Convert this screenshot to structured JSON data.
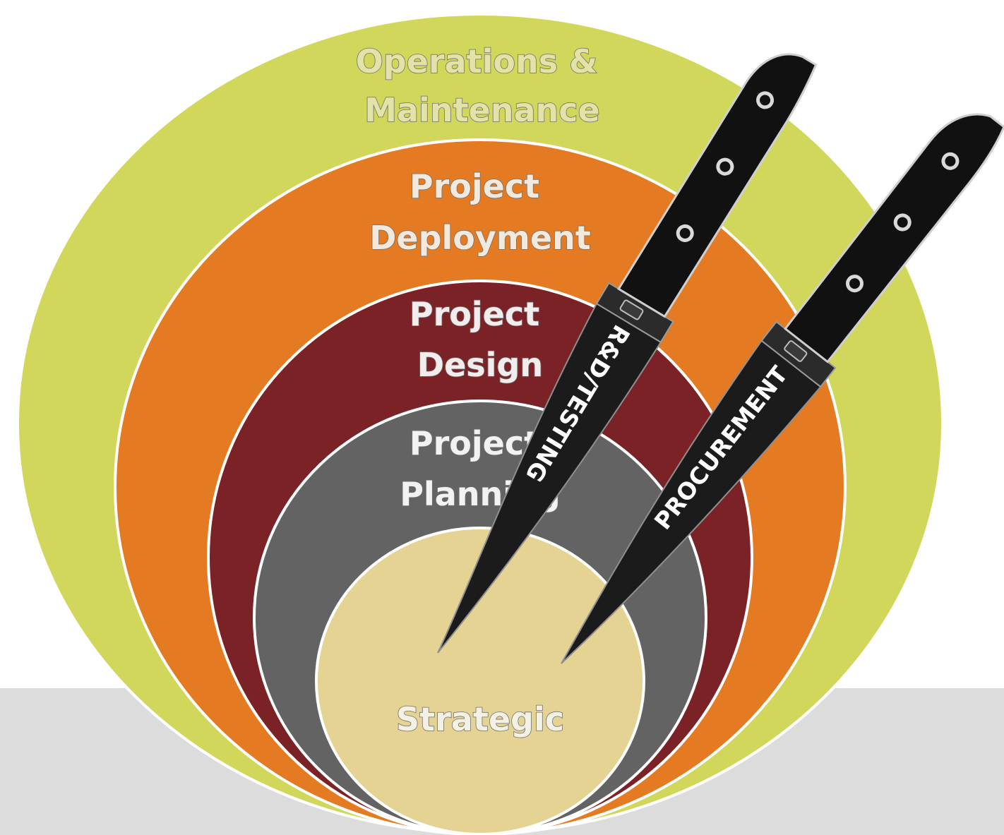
{
  "rings": [
    {
      "id": "operations",
      "lines": [
        "Operations &",
        "Maintenance"
      ],
      "color": "#d1d75a",
      "text_color": "#e3e3a8"
    },
    {
      "id": "deployment",
      "lines": [
        "Project",
        "Deployment"
      ],
      "color": "#e47b23",
      "text_color": "#f3e8dc"
    },
    {
      "id": "design",
      "lines": [
        "Project",
        "Design"
      ],
      "color": "#7b2227",
      "text_color": "#f2ecec"
    },
    {
      "id": "planning",
      "lines": [
        "Project",
        "Planning"
      ],
      "color": "#636363",
      "text_color": "#f2f2f2"
    },
    {
      "id": "strategic",
      "lines": [
        "Strategic"
      ],
      "color": "#e5d394",
      "text_color": "#f3f0e4"
    }
  ],
  "knives": {
    "left": {
      "label": "R&D/TESTING"
    },
    "right": {
      "label": "PROCUREMENT"
    }
  },
  "colors": {
    "ring_border": "#ffffff",
    "ground": "#dcdcdc",
    "knife_blade": "#1b1b1b",
    "knife_handle": "#111111",
    "rivet": "#d9d9d9"
  },
  "icons": {
    "knife": "chef-knife-icon",
    "rivet": "rivet-icon"
  }
}
